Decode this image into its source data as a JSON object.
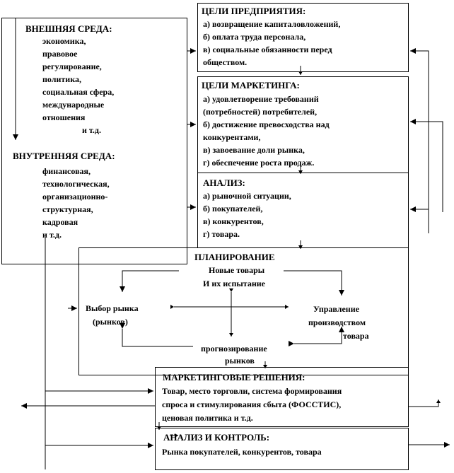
{
  "external": {
    "title": "ВНЕШНЯЯ СРЕДА:",
    "items": [
      "экономика,",
      "правовое",
      "регулирование,",
      "политика,",
      "социальная сфера,",
      "международные",
      "отношения",
      "и т.д."
    ]
  },
  "internal": {
    "title": "ВНУТРЕННЯЯ СРЕДА:",
    "items": [
      "финансовая,",
      "технологическая,",
      "организационно-",
      "структурная,",
      "кадровая",
      "и т.д."
    ]
  },
  "goals": {
    "title": "ЦЕЛИ ПРЕДПРИЯТИЯ:",
    "items": [
      "а) возвращение капиталовложений,",
      "б) оплата труда персонала,",
      "в) социальные обязанности перед",
      "обществом."
    ]
  },
  "marketing_goals": {
    "title": "ЦЕЛИ МАРКЕТИНГА:",
    "items": [
      "а) удовлетворение требований",
      "(потребностей) потребителей,",
      "б) достижение превосходства над",
      "конкурентами,",
      "в) завоевание доли рынка,",
      "г) обеспечение роста продаж."
    ]
  },
  "analysis": {
    "title": "АНАЛИЗ:",
    "items": [
      "а) рыночной ситуации,",
      "б) покупателей,",
      "в) конкурентов,",
      "г) товара."
    ]
  },
  "planning": {
    "title": "ПЛАНИРОВАНИЕ",
    "top": [
      "Новые товары",
      "И их испытание"
    ],
    "left": [
      "Выбор рынка",
      "(рынков)"
    ],
    "right": [
      "Управление",
      "производством",
      "товара"
    ],
    "bottom": [
      "прогнозирование",
      "рынков"
    ]
  },
  "decisions": {
    "title": "МАРКЕТИНГОВЫЕ РЕШЕНИЯ:",
    "items": [
      "Товар, место торговли, система формирования",
      "спроса и стимулирования сбыта (ФОССТИС),",
      "ценовая политика и т.д."
    ]
  },
  "control": {
    "title": "АНАЛИЗ И КОНТРОЛЬ:",
    "items": [
      "Рынка покупателей, конкурентов, товара"
    ]
  }
}
